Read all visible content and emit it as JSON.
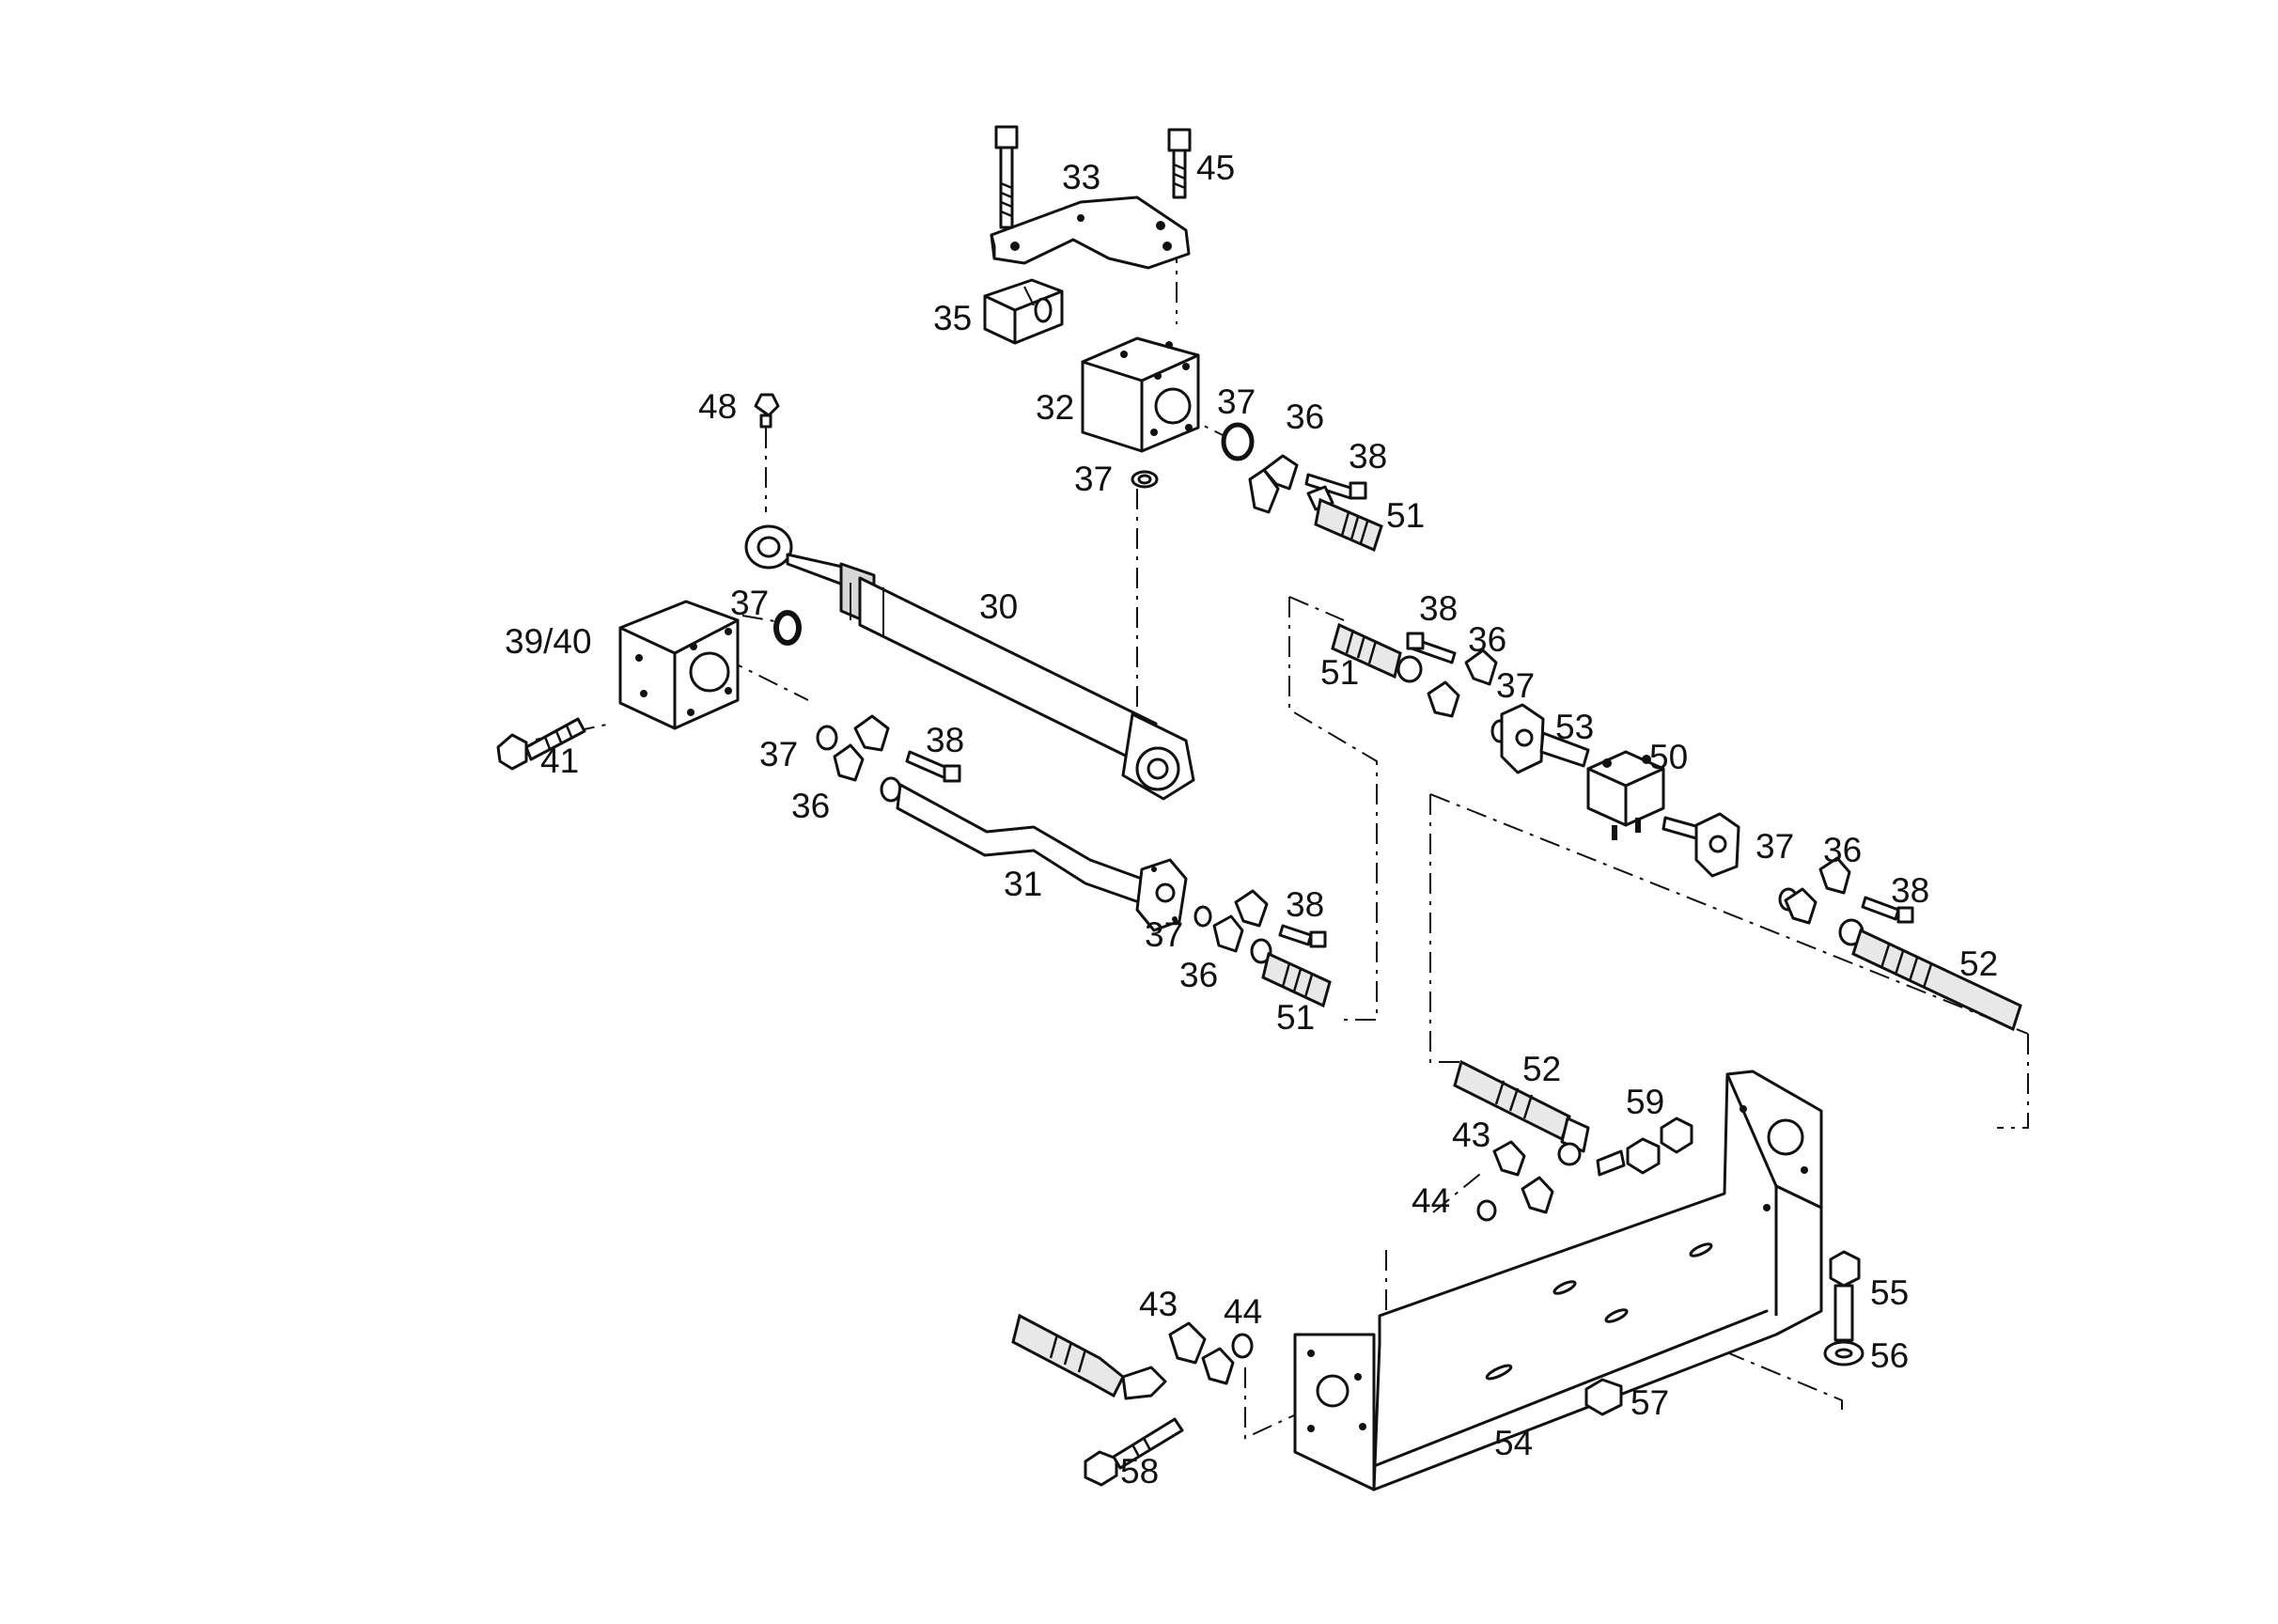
{
  "labels": {
    "l30": "30",
    "l31": "31",
    "l32": "32",
    "l33": "33",
    "l35": "35",
    "l36a": "36",
    "l36b": "36",
    "l36c": "36",
    "l36d": "36",
    "l36e": "36",
    "l37a": "37",
    "l37b": "37",
    "l37c": "37",
    "l37d": "37",
    "l37e": "37",
    "l37f": "37",
    "l37g": "37",
    "l38a": "38",
    "l38b": "38",
    "l38c": "38",
    "l38d": "38",
    "l38e": "38",
    "l3940": "39/40",
    "l41": "41",
    "l43a": "43",
    "l43b": "43",
    "l44a": "44",
    "l44b": "44",
    "l45": "45",
    "l48": "48",
    "l50": "50",
    "l51a": "51",
    "l51b": "51",
    "l51c": "51",
    "l52a": "52",
    "l52b": "52",
    "l53": "53",
    "l54": "54",
    "l55": "55",
    "l56": "56",
    "l57": "57",
    "l58": "58",
    "l59": "59"
  }
}
